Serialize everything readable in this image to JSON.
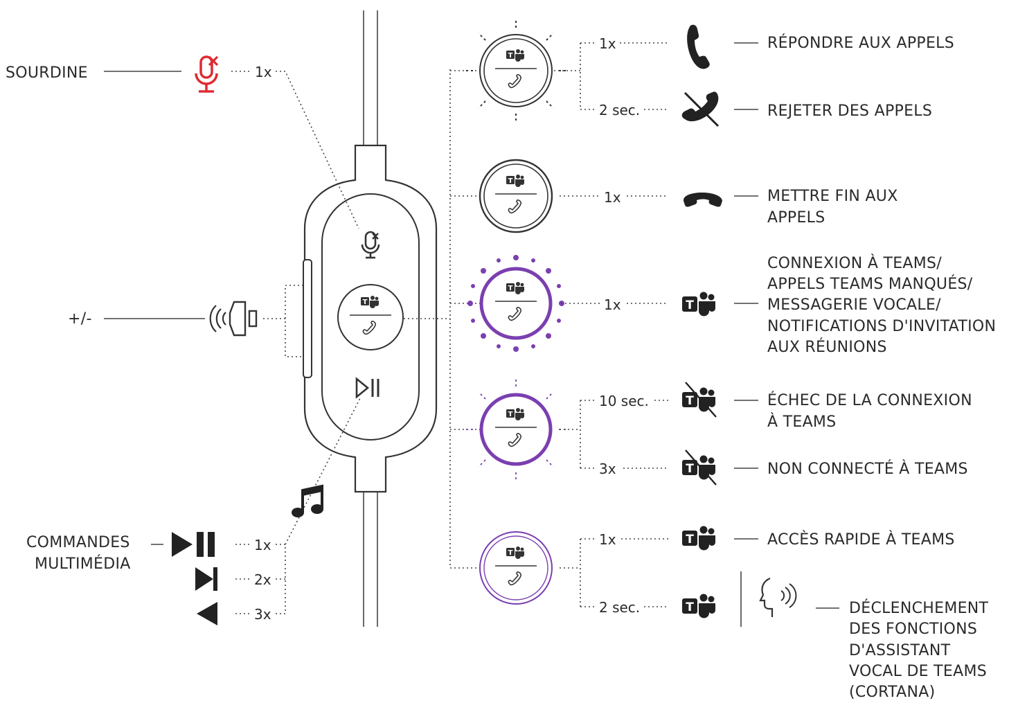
{
  "colors": {
    "mute_red": "#e02a32",
    "teams_purple": "#7b3fb0",
    "ink": "#222222"
  },
  "left": {
    "mute_label": "SOURDINE",
    "mute_count": "1x",
    "volume_label": "+/-",
    "media_label_1": "COMMANDES",
    "media_label_2": "MULTIMÉDIA",
    "media_counts": [
      "1x",
      "2x",
      "3x"
    ]
  },
  "right": {
    "answer_count": "1x",
    "answer_label": "RÉPONDRE AUX APPELS",
    "reject_count": "2 sec.",
    "reject_label": "REJETER DES APPELS",
    "end_count": "1x",
    "end_label_1": "METTRE FIN AUX",
    "end_label_2": "APPELS",
    "teams_count": "1x",
    "teams_label": [
      "CONNEXION À TEAMS/",
      "APPELS TEAMS MANQUÉS/",
      "MESSAGERIE VOCALE/",
      "NOTIFICATIONS D'INVITATION",
      "AUX RÉUNIONS"
    ],
    "fail_count": "10 sec.",
    "fail_label_1": "ÉCHEC DE LA CONNEXION",
    "fail_label_2": "À TEAMS",
    "notconn_count": "3x",
    "notconn_label": "NON CONNECTÉ À TEAMS",
    "quick_count": "1x",
    "quick_label": "ACCÈS RAPIDE À TEAMS",
    "voice_count": "2 sec.",
    "voice_label": [
      "DÉCLENCHEMENT",
      "DES FONCTIONS",
      "D'ASSISTANT",
      "VOCAL DE TEAMS",
      "(CORTANA)"
    ]
  },
  "icons": {
    "mute": "mic-off-icon",
    "volume": "speaker-icon",
    "play_pause": "play-pause-icon",
    "next": "next-track-icon",
    "prev": "previous-track-icon",
    "music": "music-note-icon",
    "phone": "phone-icon",
    "phone_reject": "phone-off-icon",
    "hang_up": "hang-up-icon",
    "teams": "teams-logo-icon",
    "teams_off": "teams-off-icon",
    "voice": "voice-assistant-icon"
  }
}
